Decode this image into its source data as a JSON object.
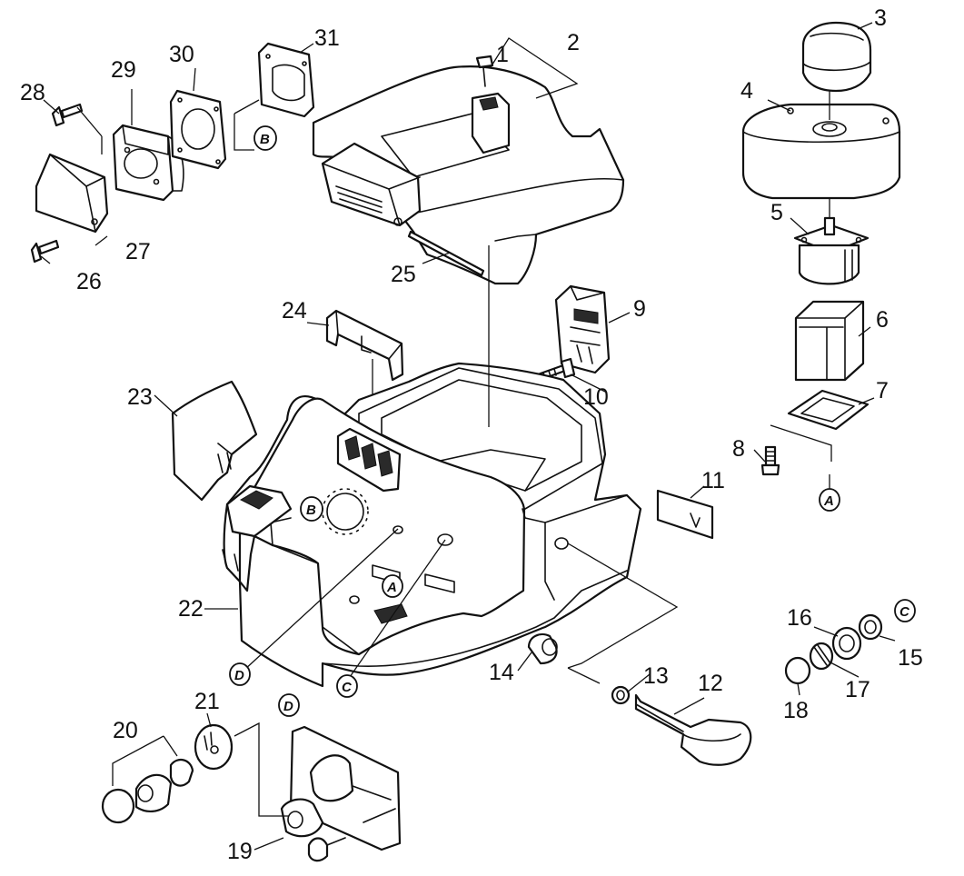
{
  "part_numbers": [
    {
      "id": "1"
    },
    {
      "id": "2"
    },
    {
      "id": "3"
    },
    {
      "id": "4"
    },
    {
      "id": "5"
    },
    {
      "id": "6"
    },
    {
      "id": "7"
    },
    {
      "id": "8"
    },
    {
      "id": "9"
    },
    {
      "id": "10"
    },
    {
      "id": "11"
    },
    {
      "id": "12"
    },
    {
      "id": "13"
    },
    {
      "id": "14"
    },
    {
      "id": "15"
    },
    {
      "id": "16"
    },
    {
      "id": "17"
    },
    {
      "id": "18"
    },
    {
      "id": "19"
    },
    {
      "id": "20"
    },
    {
      "id": "21"
    },
    {
      "id": "22"
    },
    {
      "id": "23"
    },
    {
      "id": "24"
    },
    {
      "id": "25"
    },
    {
      "id": "26"
    },
    {
      "id": "27"
    },
    {
      "id": "28"
    },
    {
      "id": "29"
    },
    {
      "id": "30"
    },
    {
      "id": "31"
    }
  ],
  "reference_markers": {
    "A": "A",
    "B": "B",
    "C": "C",
    "D": "D"
  },
  "colors": {
    "line": "#111111",
    "background": "#ffffff"
  }
}
